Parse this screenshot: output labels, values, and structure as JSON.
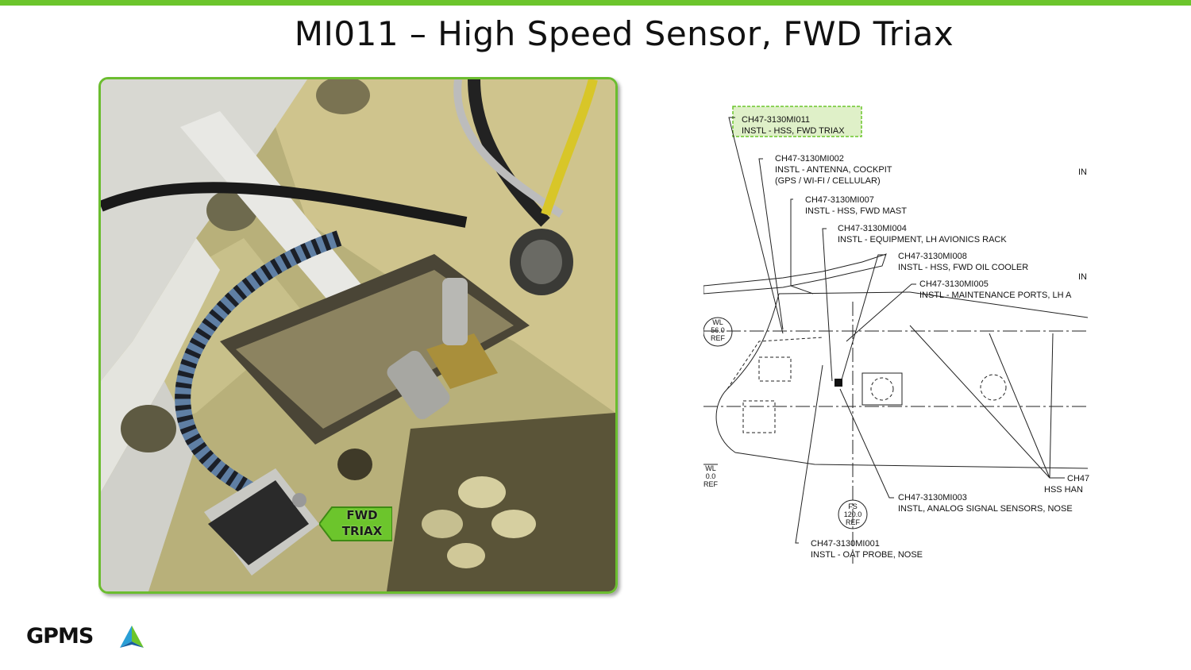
{
  "slide": {
    "title": "MI011 – High Speed Sensor, FWD Triax",
    "accent_color": "#6cc52c"
  },
  "photo": {
    "callout_line1": "FWD",
    "callout_line2": "TRIAX"
  },
  "diagram": {
    "labels": {
      "mi011_code": "CH47-3130MI011",
      "mi011_desc": "INSTL - HSS, FWD TRIAX",
      "mi002_code": "CH47-3130MI002",
      "mi002_desc": "INSTL - ANTENNA, COCKPIT",
      "mi002_desc2": "(GPS / WI-FI / CELLULAR)",
      "mi007_code": "CH47-3130MI007",
      "mi007_desc": "INSTL - HSS, FWD MAST",
      "mi004_code": "CH47-3130MI004",
      "mi004_desc": "INSTL - EQUIPMENT, LH AVIONICS RACK",
      "mi008_code": "CH47-3130MI008",
      "mi008_desc": "INSTL - HSS, FWD OIL COOLER",
      "mi005_code": "CH47-3130MI005",
      "mi005_desc": "INSTL - MAINTENANCE PORTS, LH A",
      "mi003_code": "CH47-3130MI003",
      "mi003_desc": "INSTL, ANALOG SIGNAL SENSORS, NOSE",
      "mi001_code": "CH47-3130MI001",
      "mi001_desc": "INSTL - OAT PROBE, NOSE",
      "right_code": "CH47",
      "right_desc": "HSS HAN",
      "right_top1": "IN",
      "right_top2": "IN"
    },
    "refs": {
      "wl_top_1": "WL",
      "wl_top_2": "56.0",
      "wl_top_3": "REF",
      "wl_bot_1": "WL",
      "wl_bot_2": "0.0",
      "wl_bot_3": "REF",
      "fs_1": "FS",
      "fs_2": "120.0",
      "fs_3": "REF"
    }
  },
  "footer": {
    "logo_text": "GPMS",
    "logo_icon": "gpms-arrow-icon"
  }
}
